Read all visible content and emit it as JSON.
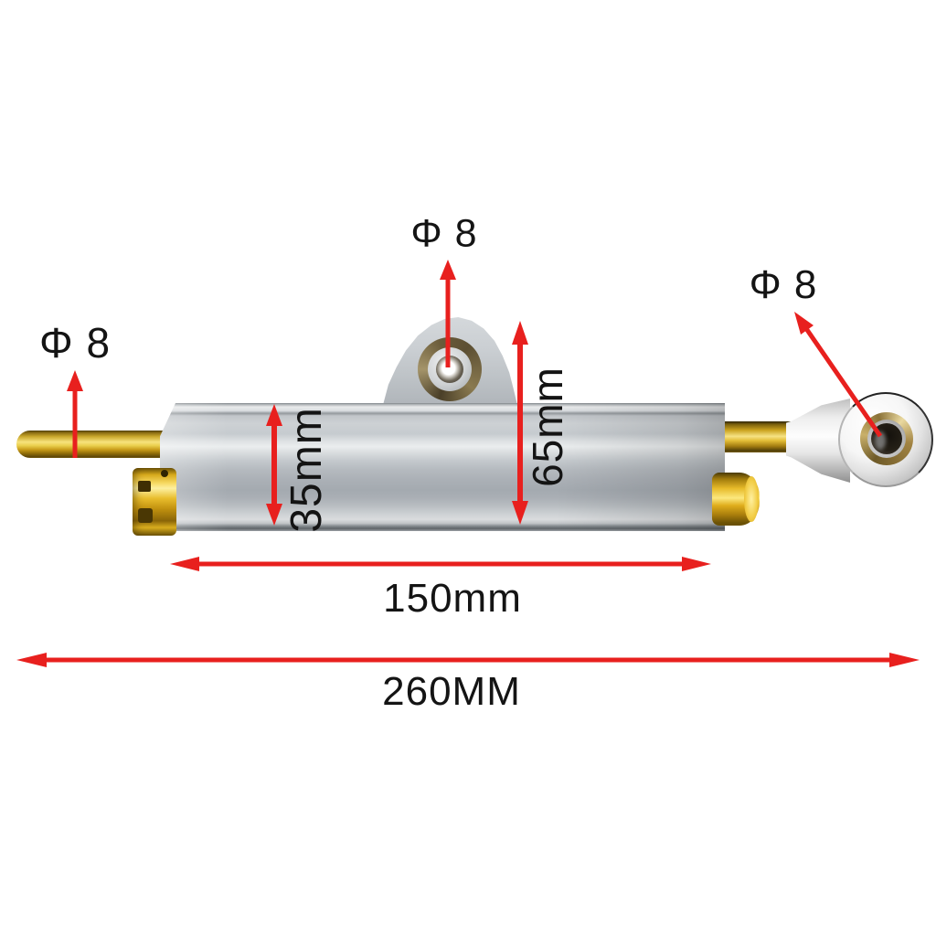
{
  "image": {
    "type": "product-dimension-diagram",
    "subject": "motorcycle steering damper stabilizer, silver body with gold rod, adjuster knob and rod-end bearing",
    "background": "#ffffff"
  },
  "annotations": {
    "top_hole_diameter": "Φ 8",
    "left_rod_diameter": "Φ 8",
    "right_rod_end_diameter": "Φ 8",
    "body_height": "35mm",
    "overall_height": "65mm",
    "body_length": "150mm",
    "overall_length": "260MM"
  },
  "colors": {
    "arrow_red": "#e8201e",
    "label_text": "#141414",
    "gold": "#e7b523",
    "silver_body": "#c3c8cd",
    "background": "#ffffff"
  }
}
